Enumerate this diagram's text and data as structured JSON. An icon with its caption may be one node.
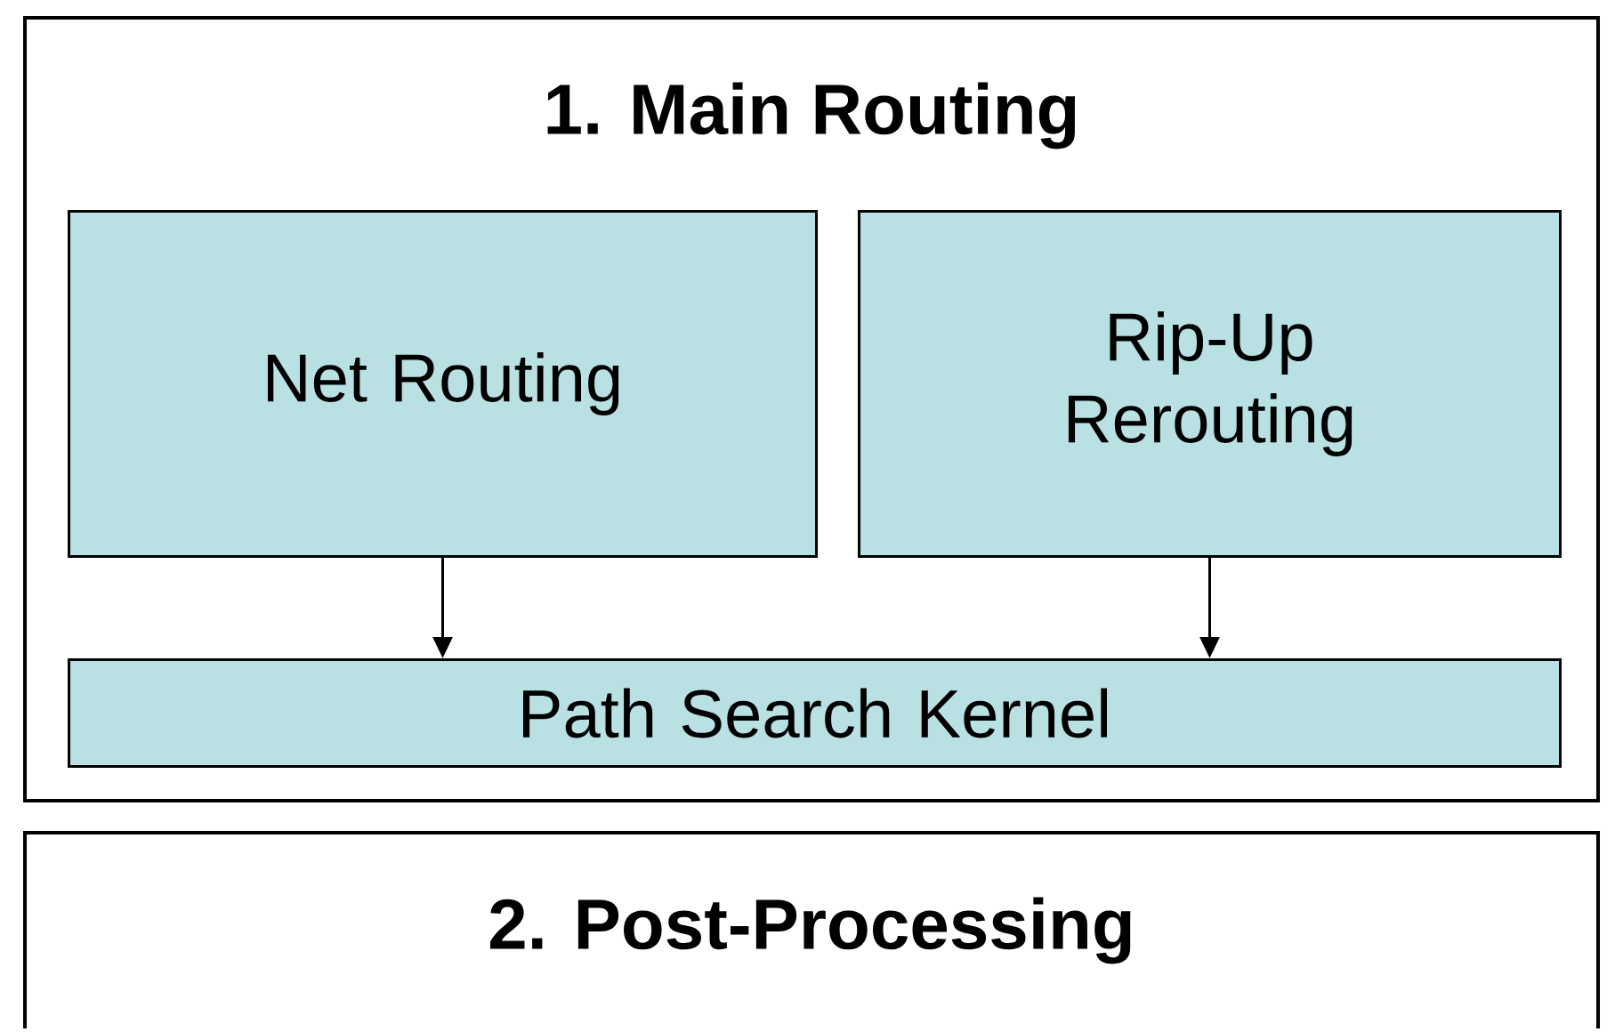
{
  "diagram": {
    "nodes": [
      {
        "text": [
          "1. Main Routing"
        ]
      },
      {
        "text": [
          "Net Routing"
        ],
        "in": 0
      },
      {
        "text": [
          "Rip-Up Rerouting"
        ],
        "in": 0
      },
      {
        "text": [
          "Path Search Kernel"
        ],
        "in": 0
      },
      {
        "text": [
          "2. Post-Processing"
        ]
      }
    ],
    "edges": [
      {
        "from": 1,
        "to": 3,
        "arrow": "to"
      },
      {
        "from": 2,
        "to": 3,
        "arrow": "to"
      }
    ]
  }
}
